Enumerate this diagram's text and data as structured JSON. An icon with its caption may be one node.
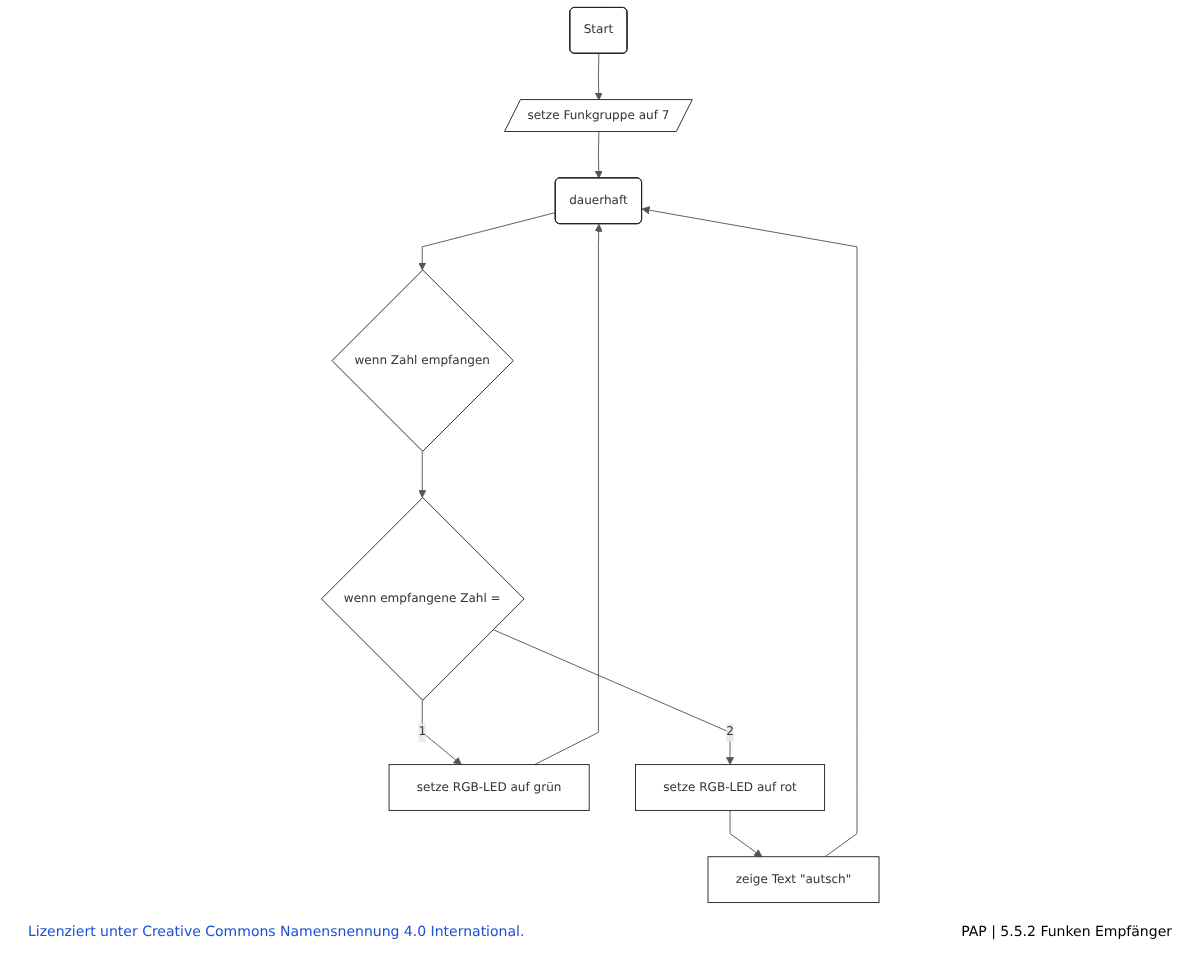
{
  "diagram": {
    "nodes": [
      {
        "text": [
          "Start"
        ]
      },
      {
        "text": [
          "setze Funkgruppe auf 7"
        ]
      },
      {
        "text": [
          "dauerhaft"
        ]
      },
      {
        "text": [
          "wenn Zahl empfangen"
        ]
      },
      {
        "text": [
          "wenn empfangene Zahl ="
        ]
      },
      {
        "text": [
          "setze RGB-LED auf grün"
        ]
      },
      {
        "text": [
          "setze RGB-LED auf rot"
        ]
      },
      {
        "text": [
          "zeige Text \"autsch\""
        ]
      }
    ],
    "edges": [
      {
        "from": 0,
        "to": 1,
        "arrow": "to"
      },
      {
        "from": 1,
        "to": 2,
        "arrow": "to"
      },
      {
        "from": 2,
        "to": 3,
        "arrow": "to"
      },
      {
        "from": 3,
        "to": 4,
        "arrow": "to"
      },
      {
        "from": 4,
        "to": 5,
        "label": "1",
        "arrow": "to"
      },
      {
        "from": 4,
        "to": 6,
        "label": "2",
        "arrow": "to"
      },
      {
        "from": 6,
        "to": 7,
        "arrow": "to"
      },
      {
        "from": 5,
        "to": 2,
        "arrow": "to"
      },
      {
        "from": 7,
        "to": 2,
        "arrow": "to"
      }
    ],
    "labels": [
      "Lizenziert unter Creative Commons Namensnennung 4.0 International.",
      "PAP | 5.5.2 Funken Empfänger"
    ]
  }
}
